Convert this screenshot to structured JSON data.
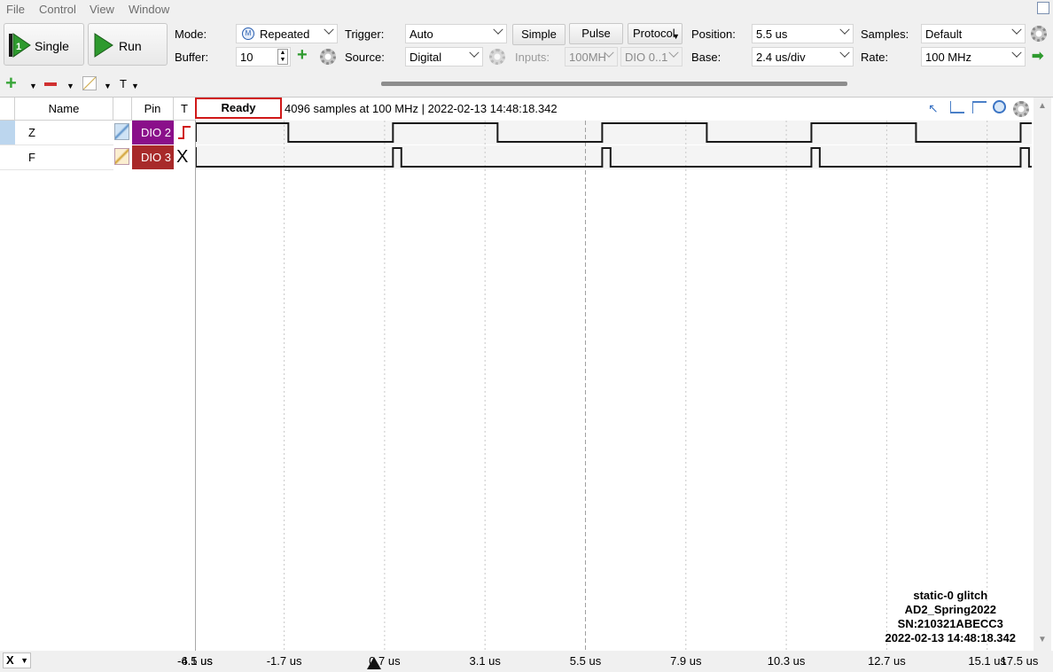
{
  "menu": [
    "File",
    "Control",
    "View",
    "Window"
  ],
  "buttons": {
    "single": "Single",
    "run": "Run"
  },
  "form": {
    "mode_label": "Mode:",
    "mode_value": "Repeated",
    "buffer_label": "Buffer:",
    "buffer_value": "10",
    "trigger_label": "Trigger:",
    "trigger_value": "Auto",
    "source_label": "Source:",
    "source_value": "Digital",
    "simple": "Simple",
    "pulse": "Pulse",
    "protocol": "Protocol",
    "inputs_label": "Inputs:",
    "inputs_value": "100MH",
    "dio_value": "DIO 0..1",
    "position_label": "Position:",
    "position_value": "5.5 us",
    "base_label": "Base:",
    "base_value": "2.4 us/div",
    "samples_label": "Samples:",
    "samples_value": "Default",
    "rate_label": "Rate:",
    "rate_value": "100 MHz"
  },
  "toolbar2": {
    "t_label": "T"
  },
  "table": {
    "headers": {
      "name": "Name",
      "pin": "Pin",
      "t": "T"
    },
    "rows": [
      {
        "name": "Z",
        "pin": "DIO  2",
        "pin_color": "#8a0f8a",
        "trigger_symbol": "rising-edge"
      },
      {
        "name": "F",
        "pin": "DIO  3",
        "pin_color": "#a82a2a",
        "trigger_symbol": "X"
      }
    ]
  },
  "status": {
    "state": "Ready",
    "info": "4096 samples at 100 MHz | 2022-02-13 14:48:18.342"
  },
  "overlay": [
    "static-0 glitch",
    "AD2_Spring2022",
    "SN:210321ABECC3",
    "2022-02-13 14:48:18.342"
  ],
  "axis": {
    "selector": "X",
    "labels": [
      "-6.5 us",
      "-4.1 us",
      "-1.7 us",
      "0.7 us",
      "3.1 us",
      "5.5 us",
      "7.9 us",
      "10.3 us",
      "12.7 us",
      "15.1 us",
      "17.5 us"
    ],
    "trigger_marker_label_index": 3
  },
  "signals": {
    "time_start_us": -6.5,
    "time_end_us": 17.5,
    "Z_high_intervals_us": [
      [
        -4.1,
        -1.6
      ],
      [
        0.9,
        3.4
      ],
      [
        5.9,
        8.4
      ],
      [
        10.9,
        13.4
      ],
      [
        15.9,
        17.5
      ]
    ],
    "F_high_intervals_us": [
      [
        -4.1,
        -3.9
      ],
      [
        0.9,
        1.1
      ],
      [
        5.9,
        6.1
      ],
      [
        10.9,
        11.1
      ],
      [
        15.9,
        16.1
      ]
    ]
  }
}
